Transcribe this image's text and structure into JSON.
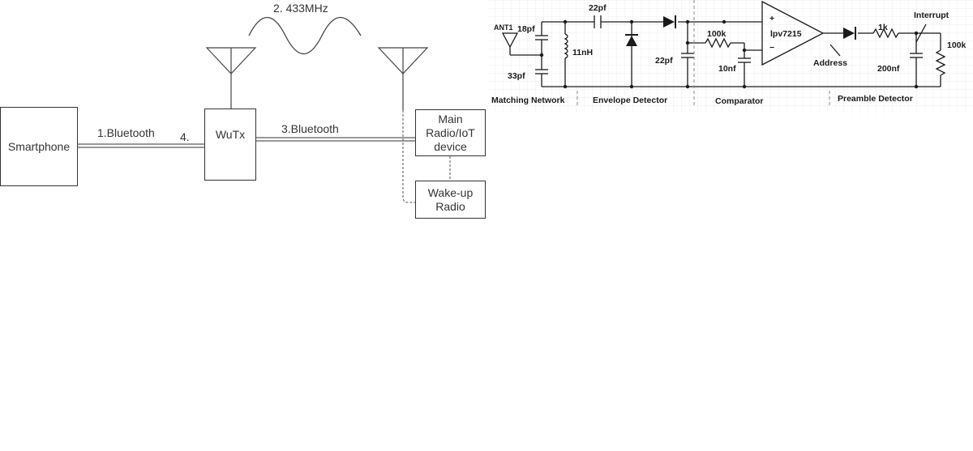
{
  "system_diagram": {
    "smartphone": "Smartphone",
    "wutx": "WuTx",
    "main_radio_lines": [
      "Main",
      "Radio/IoT",
      "device"
    ],
    "wakeup_lines": [
      "Wake-up",
      "Radio"
    ],
    "link1": "1.Bluetooth",
    "link2": "2.  433MHz",
    "link3": "3.Bluetooth",
    "link4": "4."
  },
  "circuit": {
    "antenna": "ANT1",
    "components": {
      "c18": "18pf",
      "c33": "33pf",
      "l11": "11nH",
      "c22a": "22pf",
      "c22b": "22pf",
      "r100k_a": "100k",
      "c10n": "10nf",
      "opamp": "lpv7215",
      "r1k": "1k",
      "c200n": "200nf",
      "r100k_b": "100k"
    },
    "signals": {
      "interrupt": "Interrupt",
      "address": "Address",
      "plus": "+",
      "minus": "−"
    },
    "sections": [
      "Matching Network",
      "Envelope Detector",
      "Comparator",
      "Preamble Detector"
    ]
  }
}
